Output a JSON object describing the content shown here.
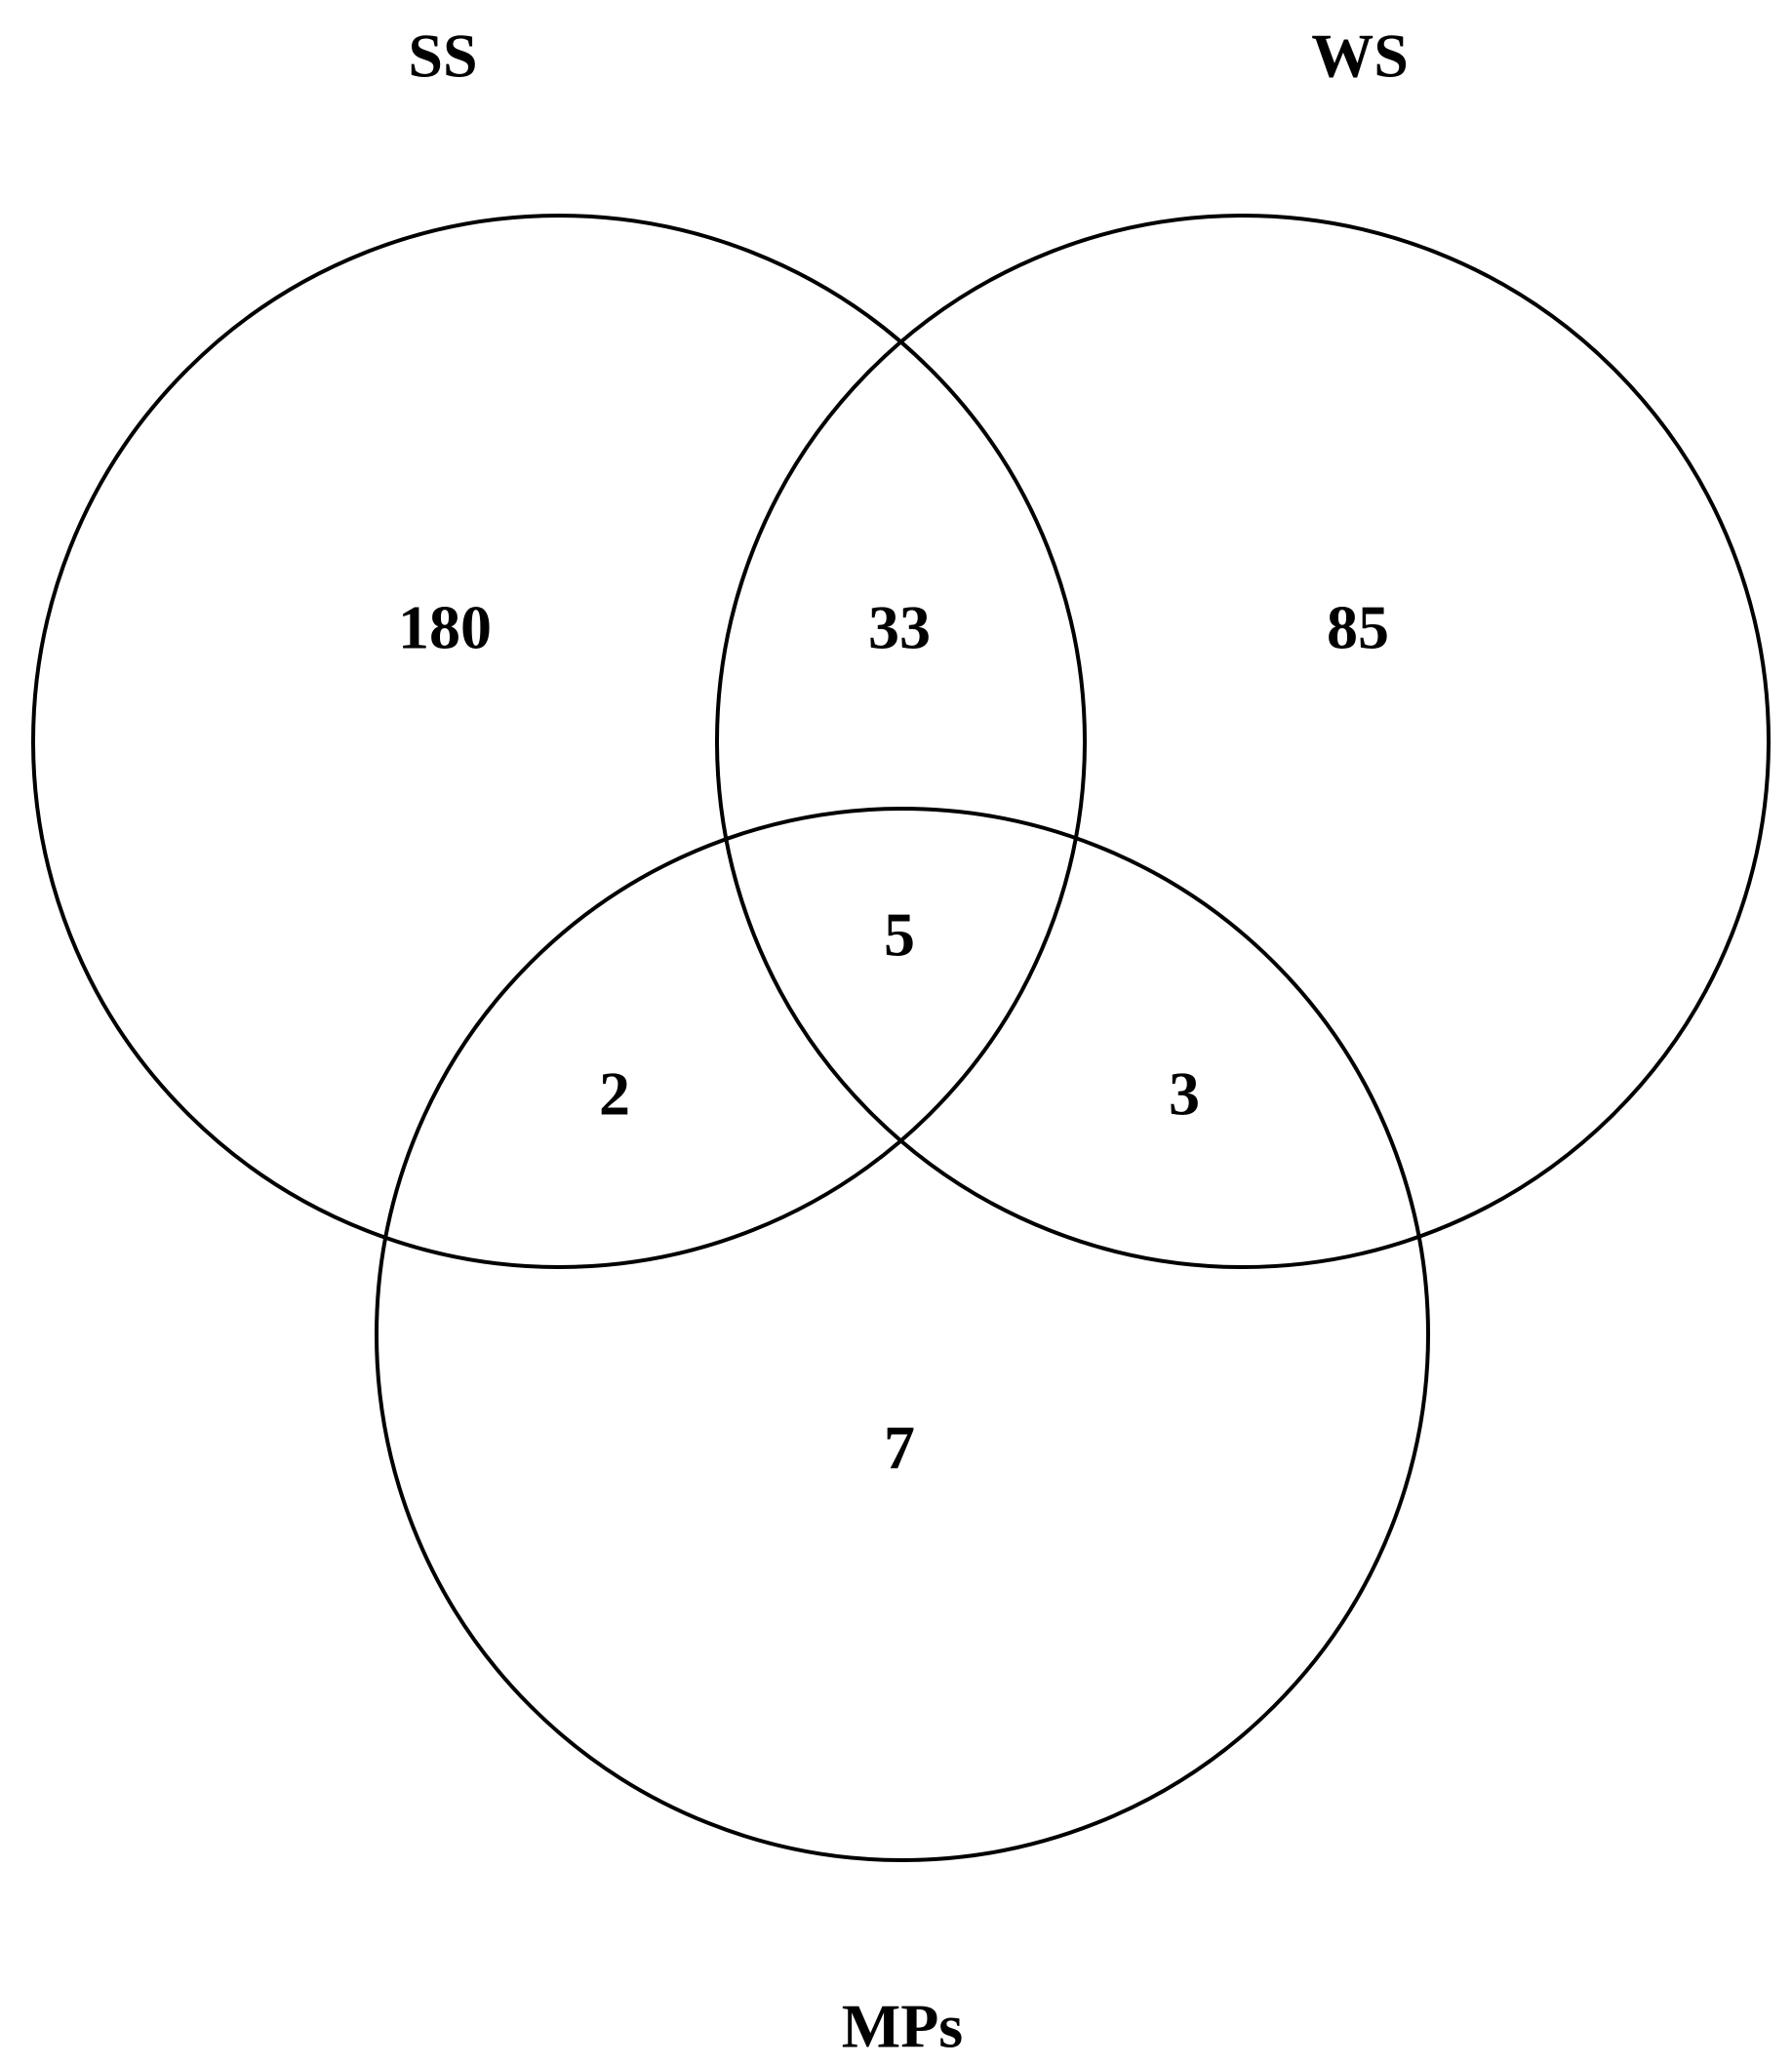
{
  "diagram": {
    "type": "venn-3",
    "stroke_color": "#000000",
    "text_color": "#000000",
    "sets": {
      "ss": {
        "label": "SS"
      },
      "ws": {
        "label": "WS"
      },
      "mps": {
        "label": "MPs"
      }
    },
    "regions": {
      "ss_only": {
        "sets": [
          "SS"
        ],
        "count": "180"
      },
      "ss_ws": {
        "sets": [
          "SS",
          "WS"
        ],
        "count": "33"
      },
      "ws_only": {
        "sets": [
          "WS"
        ],
        "count": "85"
      },
      "ss_ws_mps": {
        "sets": [
          "SS",
          "WS",
          "MPs"
        ],
        "count": "5"
      },
      "ss_mps": {
        "sets": [
          "SS",
          "MPs"
        ],
        "count": "2"
      },
      "ws_mps": {
        "sets": [
          "WS",
          "MPs"
        ],
        "count": "3"
      },
      "mps_only": {
        "sets": [
          "MPs"
        ],
        "count": "7"
      }
    }
  }
}
